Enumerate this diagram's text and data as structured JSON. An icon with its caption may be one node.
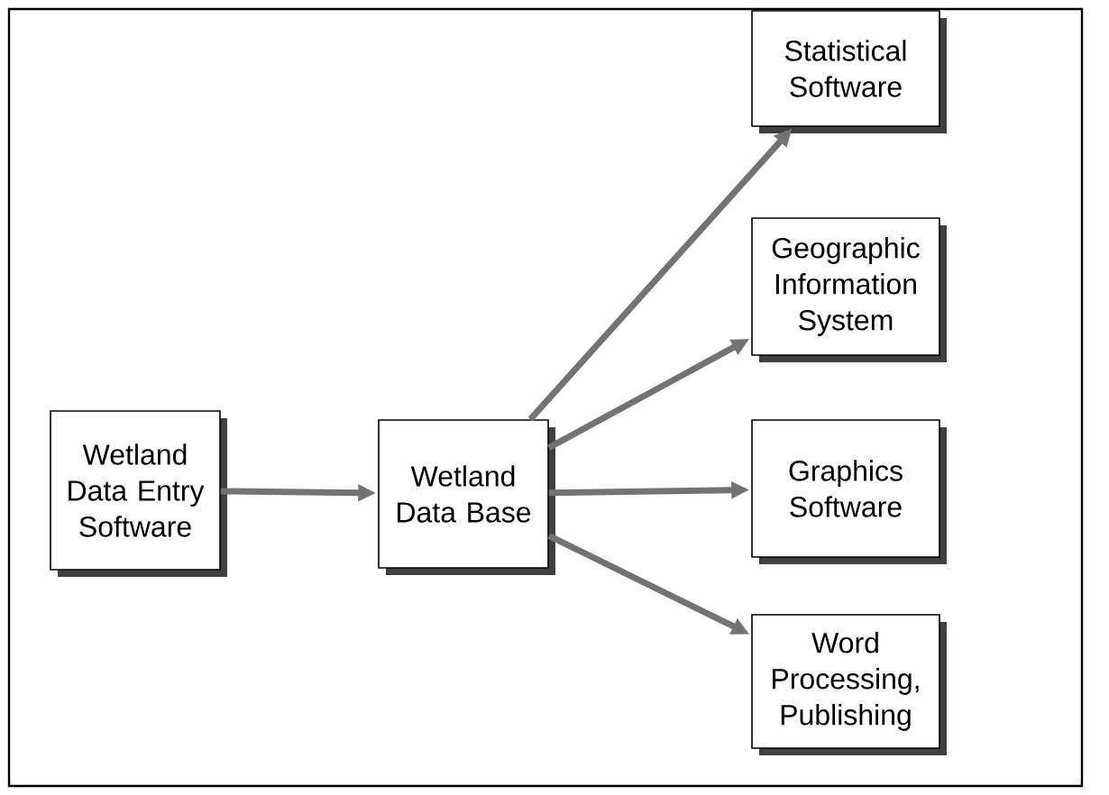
{
  "diagram": {
    "nodes": [
      {
        "text": [
          "Wetland Data Entry Software"
        ]
      },
      {
        "text": [
          "Wetland Data Base"
        ]
      },
      {
        "text": [
          "Statistical Software"
        ]
      },
      {
        "text": [
          "Geographic Information System"
        ]
      },
      {
        "text": [
          "Graphics Software"
        ]
      },
      {
        "text": [
          "Word Processing, Publishing"
        ]
      }
    ],
    "edges": [
      {
        "from": 0,
        "to": 1,
        "arrow": "to"
      },
      {
        "from": 1,
        "to": 2,
        "arrow": "to"
      },
      {
        "from": 1,
        "to": 3,
        "arrow": "to"
      },
      {
        "from": 1,
        "to": 4,
        "arrow": "to"
      },
      {
        "from": 1,
        "to": 5,
        "arrow": "to"
      }
    ]
  }
}
